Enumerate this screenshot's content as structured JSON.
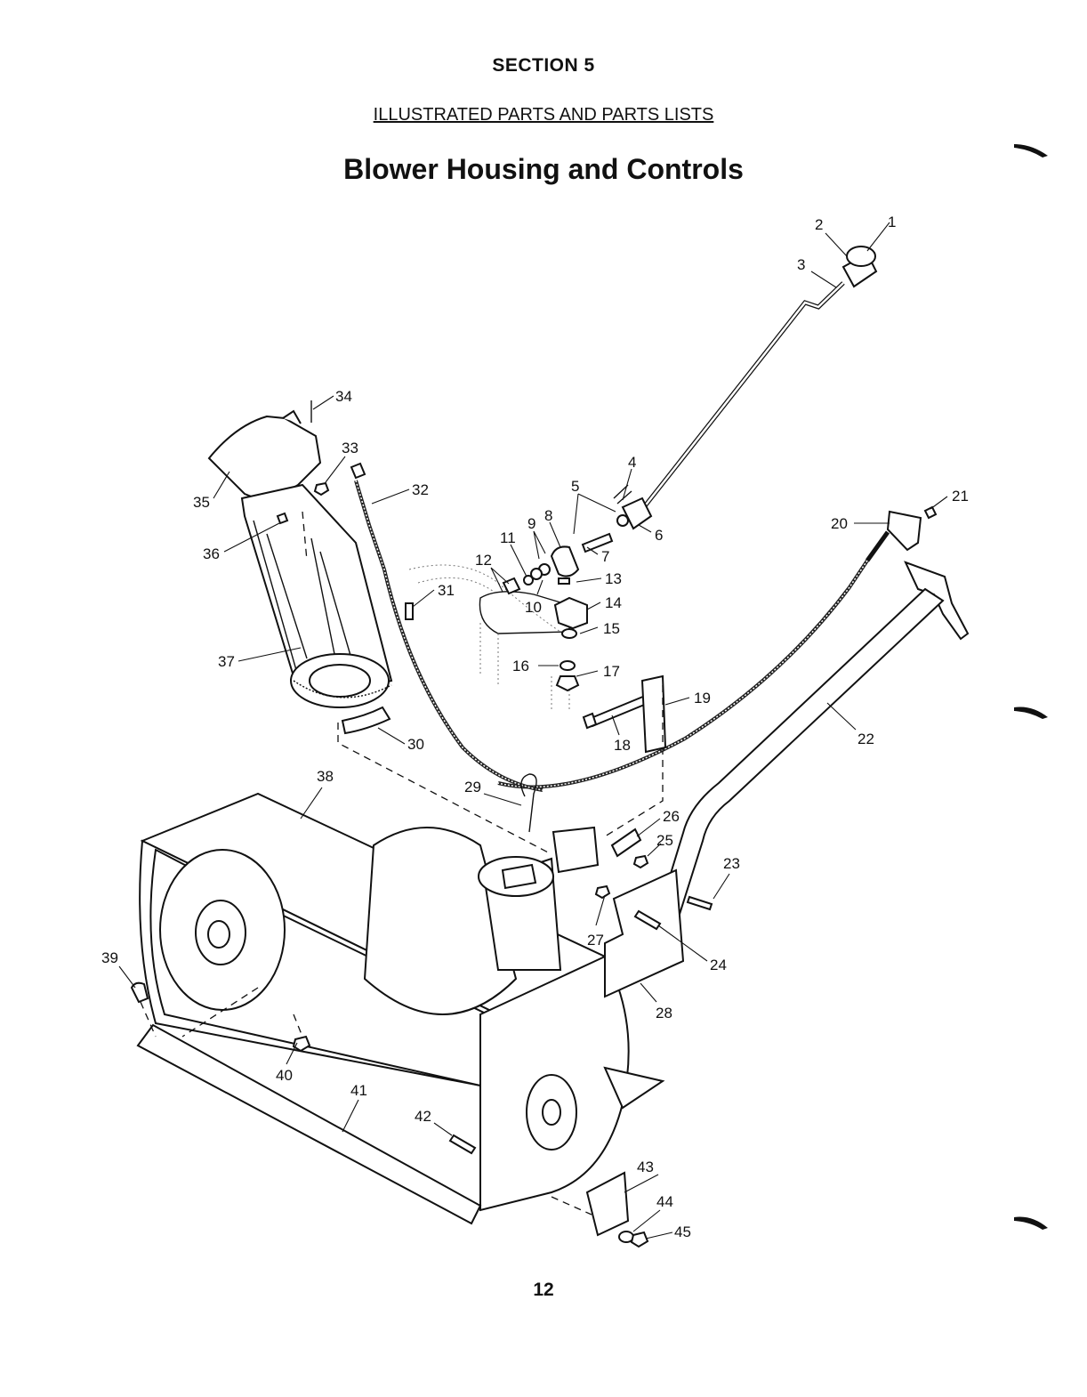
{
  "header": {
    "section": "SECTION 5",
    "subtitle": "ILLUSTRATED PARTS AND PARTS LISTS",
    "title": "Blower Housing and Controls"
  },
  "callouts": [
    "1",
    "2",
    "3",
    "4",
    "5",
    "6",
    "7",
    "8",
    "9",
    "10",
    "11",
    "12",
    "13",
    "14",
    "15",
    "16",
    "17",
    "18",
    "19",
    "20",
    "21",
    "22",
    "23",
    "24",
    "25",
    "26",
    "27",
    "28",
    "29",
    "30",
    "31",
    "32",
    "33",
    "34",
    "35",
    "36",
    "37",
    "38",
    "39",
    "40",
    "41",
    "42",
    "43",
    "44",
    "45"
  ],
  "footer": {
    "page_number": "12"
  }
}
